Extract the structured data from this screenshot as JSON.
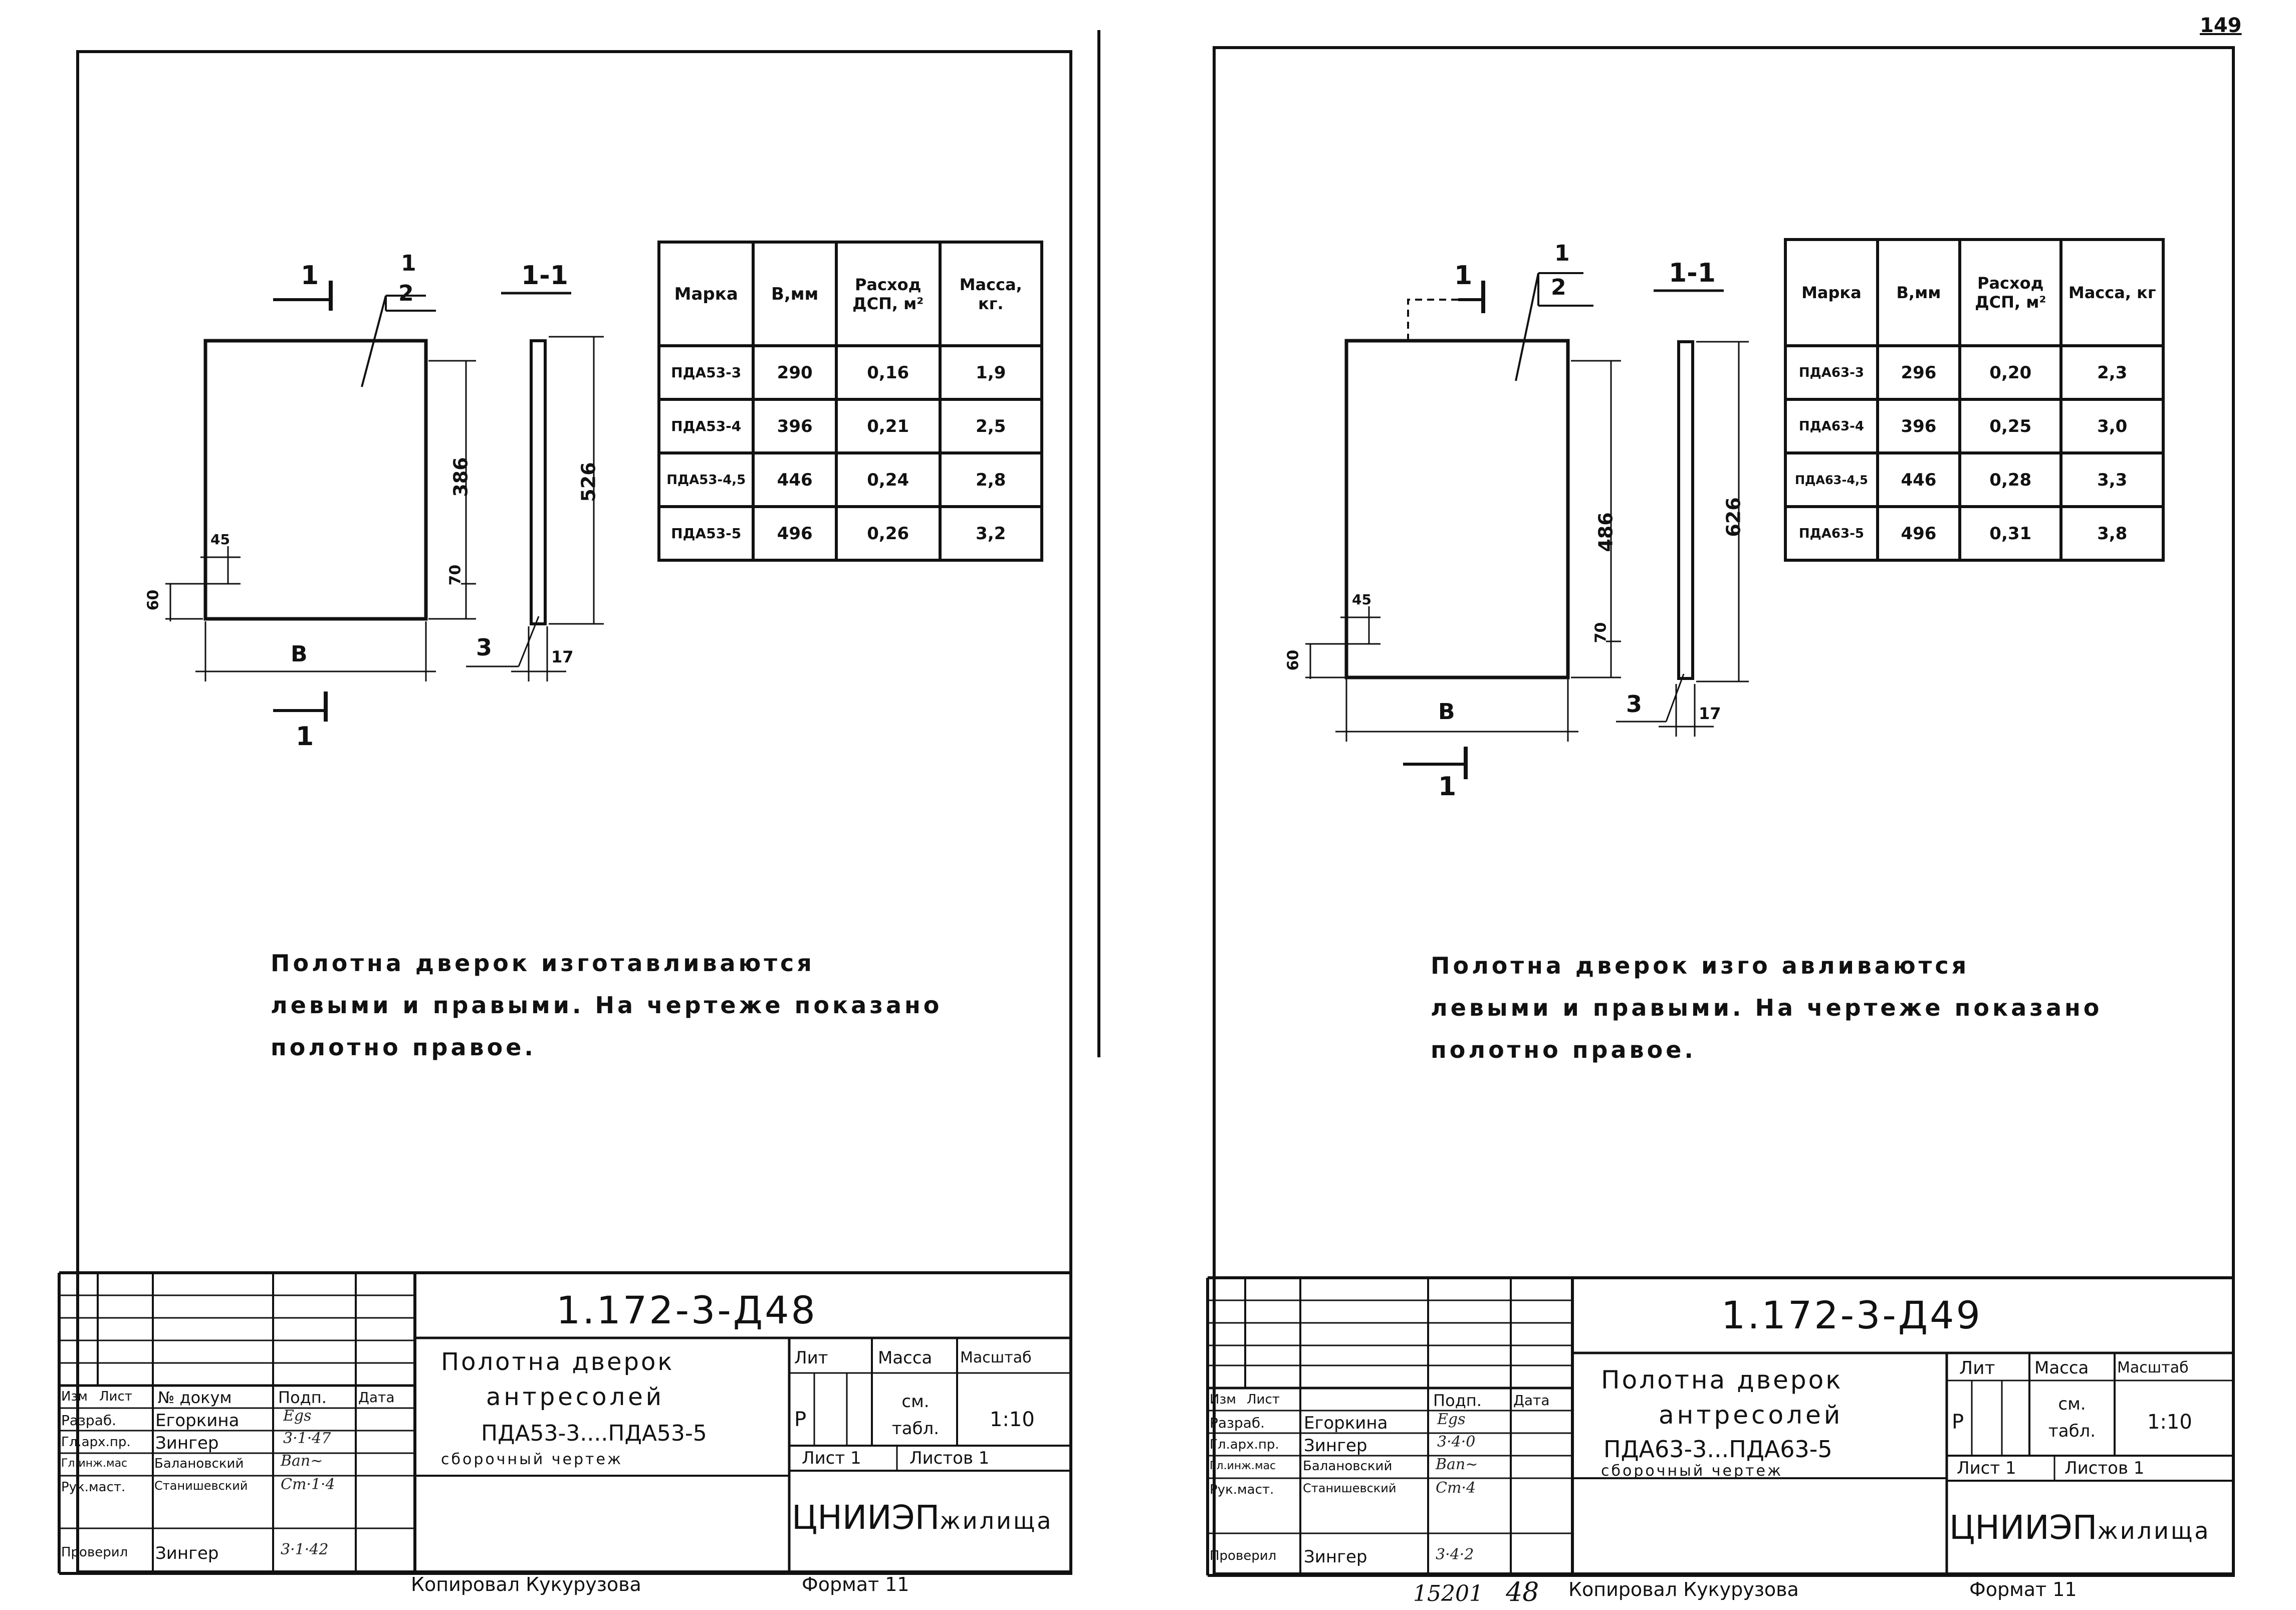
{
  "page_number": "149",
  "sheets": [
    {
      "id": "left",
      "doc_code": "1.172-3-Д48",
      "title_line1": "Полотна дверок",
      "title_line2": "антресолей",
      "title_line3": "ПДА53-3....ПДА53-5",
      "subtitle": "сборочный чертеж",
      "drawing": {
        "section_marker": "1",
        "leader_num": "1",
        "leader_den": "2",
        "section_title": "1-1",
        "dim_height": "386",
        "dim_total": "526",
        "dim_70": "70",
        "dim_45": "45",
        "dim_60": "60",
        "dim_b": "В",
        "dim_17": "17",
        "part_3": "3"
      },
      "table": {
        "headers": [
          "Марка",
          "В,мм",
          "Расход ДСП, м²",
          "Масса, кг."
        ],
        "rows": [
          [
            "ПДА53-3",
            "290",
            "0,16",
            "1,9"
          ],
          [
            "ПДА53-4",
            "396",
            "0,21",
            "2,5"
          ],
          [
            "ПДА53-4,5",
            "446",
            "0,24",
            "2,8"
          ],
          [
            "ПДА53-5",
            "496",
            "0,26",
            "3,2"
          ]
        ]
      },
      "note": [
        "Полотна дверок изготавливаются",
        "левыми и правыми. На чертеже показано",
        "полотно правое."
      ],
      "stamp": {
        "col_headers": [
          "Изм",
          "Лист",
          "№ докум",
          "Подп.",
          "Дата"
        ],
        "people": [
          [
            "Разраб.",
            "Егоркина"
          ],
          [
            "Гл.арх.пр.",
            "Зингер"
          ],
          [
            "Гл.инж.мас",
            "Балановский"
          ],
          [
            "Рук.маст.",
            "Станишевский"
          ],
          [
            "Проверил",
            "Зингер"
          ]
        ],
        "lit_label": "Лит",
        "mass_label": "Масса",
        "scale_label": "Масштаб",
        "lit_value": "Р",
        "mass_value": "см. табл.",
        "scale_value": "1:10",
        "sheet_label": "Лист 1",
        "sheets_label": "Листов 1",
        "org": "ЦНИИЭП",
        "org_suffix": "жилища"
      },
      "copied_by": "Копировал Кукурузова",
      "format": "Формат 11"
    },
    {
      "id": "right",
      "doc_code": "1.172-3-Д49",
      "title_line1": "Полотна дверок",
      "title_line2": "антресолей",
      "title_line3": "ПДА63-3...ПДА63-5",
      "subtitle": "сборочный чертеж",
      "drawing": {
        "section_marker": "1",
        "leader_num": "1",
        "leader_den": "2",
        "section_title": "1-1",
        "dim_height": "486",
        "dim_total": "626",
        "dim_70": "70",
        "dim_45": "45",
        "dim_60": "60",
        "dim_b": "В",
        "dim_17": "17",
        "part_3": "3"
      },
      "table": {
        "headers": [
          "Марка",
          "В,мм",
          "Расход ДСП, м²",
          "Масса, кг"
        ],
        "rows": [
          [
            "ПДА63-3",
            "296",
            "0,20",
            "2,3"
          ],
          [
            "ПДА63-4",
            "396",
            "0,25",
            "3,0"
          ],
          [
            "ПДА63-4,5",
            "446",
            "0,28",
            "3,3"
          ],
          [
            "ПДА63-5",
            "496",
            "0,31",
            "3,8"
          ]
        ]
      },
      "note": [
        "Полотна дверок изго авливаются",
        "левыми и правыми. На чертеже показано",
        "полотно правое."
      ],
      "stamp": {
        "col_headers": [
          "Изм",
          "Лист",
          "",
          "Подп.",
          "Дата"
        ],
        "people": [
          [
            "Разраб.",
            "Егоркина"
          ],
          [
            "Гл.арх.пр.",
            "Зингер"
          ],
          [
            "Гл.инж.мас",
            "Балановский"
          ],
          [
            "Рук.маст.",
            "Станишевский"
          ],
          [
            "Проверил",
            "Зингер"
          ]
        ],
        "lit_label": "Лит",
        "mass_label": "Масса",
        "scale_label": "Масштаб",
        "lit_value": "Р",
        "mass_value": "см. табл.",
        "scale_value": "1:10",
        "sheet_label": "Лист 1",
        "sheets_label": "Листов 1",
        "org": "ЦНИИЭП",
        "org_suffix": "жилища"
      },
      "archive_no": "15201",
      "archive_sheet": "48",
      "copied_by": "Копировал Кукурузова",
      "format": "Формат 11"
    }
  ]
}
